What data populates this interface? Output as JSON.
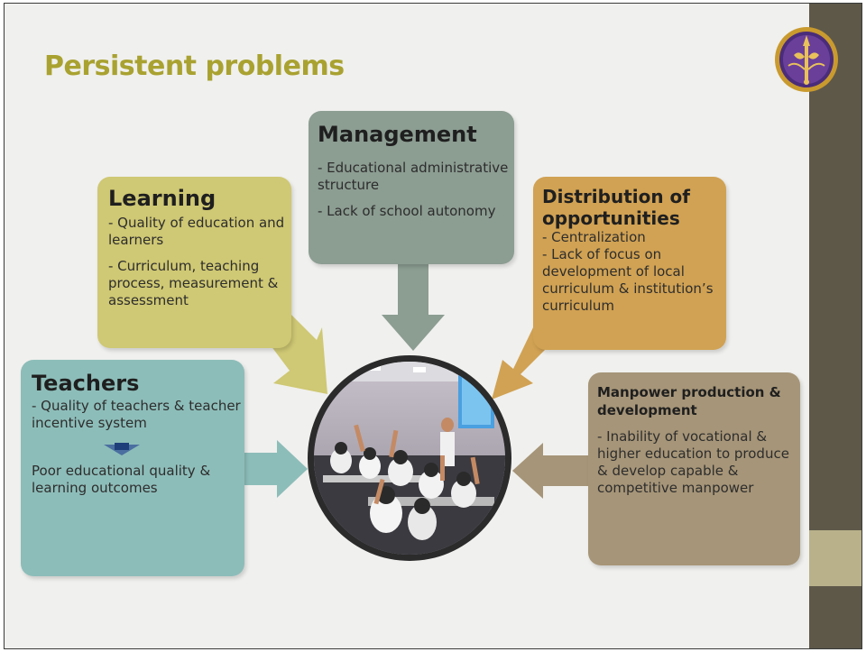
{
  "slide": {
    "title": "Persistent problems"
  },
  "management": {
    "heading": "Management",
    "items": [
      "- Educational administrative structure",
      "- Lack of school autonomy"
    ]
  },
  "learning": {
    "heading": "Learning",
    "items": [
      "- Quality of education and learners",
      "- Curriculum, teaching process, measurement & assessment"
    ]
  },
  "distribution": {
    "heading": "Distribution of opportunities",
    "items": [
      "- Centralization",
      "- Lack of focus on development of local curriculum & institution’s curriculum"
    ]
  },
  "teachers": {
    "heading": "Teachers",
    "items": [
      "- Quality of teachers & teacher incentive system",
      "Poor educational quality & learning  outcomes"
    ]
  },
  "manpower": {
    "heading": "Manpower production & development",
    "items": [
      "- Inability of vocational & higher education to produce & develop capable & competitive manpower"
    ]
  },
  "icons": {
    "logo": "university-emblem-icon",
    "center_image": "classroom-photo",
    "down_arrow": "down-arrow-icon"
  },
  "colors": {
    "title": "#a9a231",
    "management": "#8c9d92",
    "learning": "#cfc874",
    "distribution": "#d1a253",
    "teachers": "#8dbdb9",
    "manpower": "#a69578",
    "sidebar": "#5e5849"
  }
}
